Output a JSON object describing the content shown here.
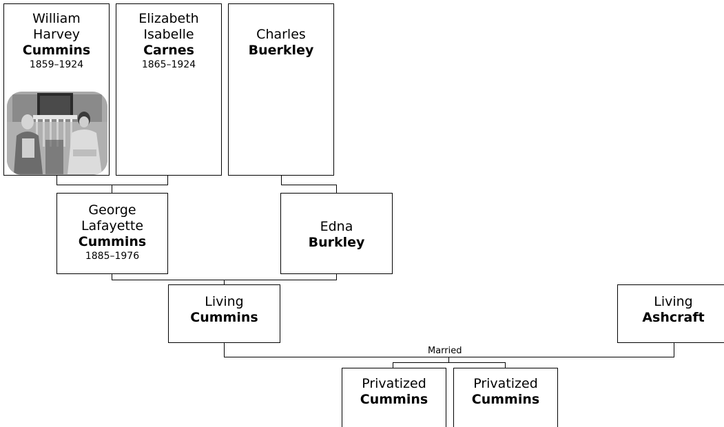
{
  "people": {
    "william": {
      "given": "William Harvey",
      "given_lines": [
        "William",
        "Harvey"
      ],
      "surname": "Cummins",
      "years": "1859–1924"
    },
    "elizabeth": {
      "given": "Elizabeth Isabelle",
      "given_lines": [
        "Elizabeth",
        "Isabelle"
      ],
      "surname": "Carnes",
      "years": "1865–1924"
    },
    "charles": {
      "given": "Charles",
      "surname": "Buerkley"
    },
    "george": {
      "given": "George Lafayette",
      "given_lines": [
        "George",
        "Lafayette"
      ],
      "surname": "Cummins",
      "years": "1885–1976"
    },
    "edna": {
      "given": "Edna",
      "surname": "Burkley"
    },
    "living_cummins": {
      "given": "Living",
      "surname": "Cummins"
    },
    "living_ashcraft": {
      "given": "Living",
      "surname": "Ashcraft"
    },
    "child1": {
      "given": "Privatized",
      "surname": "Cummins"
    },
    "child2": {
      "given": "Privatized",
      "surname": "Cummins"
    }
  },
  "marriage_label": "Married"
}
